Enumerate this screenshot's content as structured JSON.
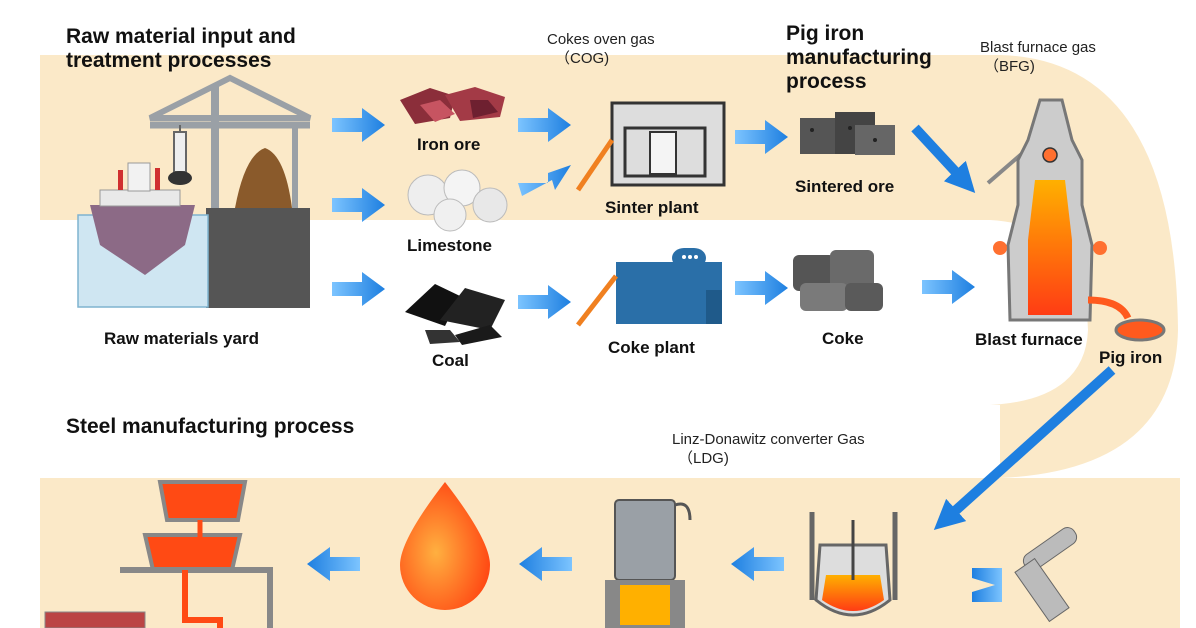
{
  "sections": {
    "raw_input_line1": "Raw material input and",
    "raw_input_line2": "treatment processes",
    "pig_iron_line1": "Pig iron",
    "pig_iron_line2": "manufacturing",
    "pig_iron_line3": "process",
    "steel": "Steel manufacturing process"
  },
  "gases": {
    "cog_name": "Cokes oven gas",
    "cog_abbr": "（COG)",
    "bfg_name": "Blast furnace gas",
    "bfg_abbr": "（BFG)",
    "ldg_name": "Linz-Donawitz converter Gas",
    "ldg_abbr": "（LDG)"
  },
  "items": {
    "iron_ore": "Iron ore",
    "limestone": "Limestone",
    "coal": "Coal",
    "raw_yard": "Raw materials yard",
    "sinter_plant": "Sinter plant",
    "coke_plant": "Coke plant",
    "sintered_ore": "Sintered ore",
    "coke": "Coke",
    "blast_furnace": "Blast furnace",
    "pig_iron": "Pig iron"
  },
  "colors": {
    "band": "#fbe9c8",
    "arrow": "#1e90ff",
    "molten": "#ff5a1e",
    "machine_gray": "#9aa0a6",
    "coke_plant_blue": "#2a6fa8"
  },
  "icons": [
    "ship-icon",
    "crane-icon",
    "stockpile-icon",
    "iron-ore-icon",
    "limestone-icon",
    "coal-icon",
    "sinter-plant-icon",
    "coke-plant-icon",
    "sintered-ore-icon",
    "coke-icon",
    "blast-furnace-icon",
    "ladle-icon",
    "converter-icon",
    "secondary-refining-icon",
    "molten-steel-drop-icon",
    "continuous-caster-icon"
  ]
}
